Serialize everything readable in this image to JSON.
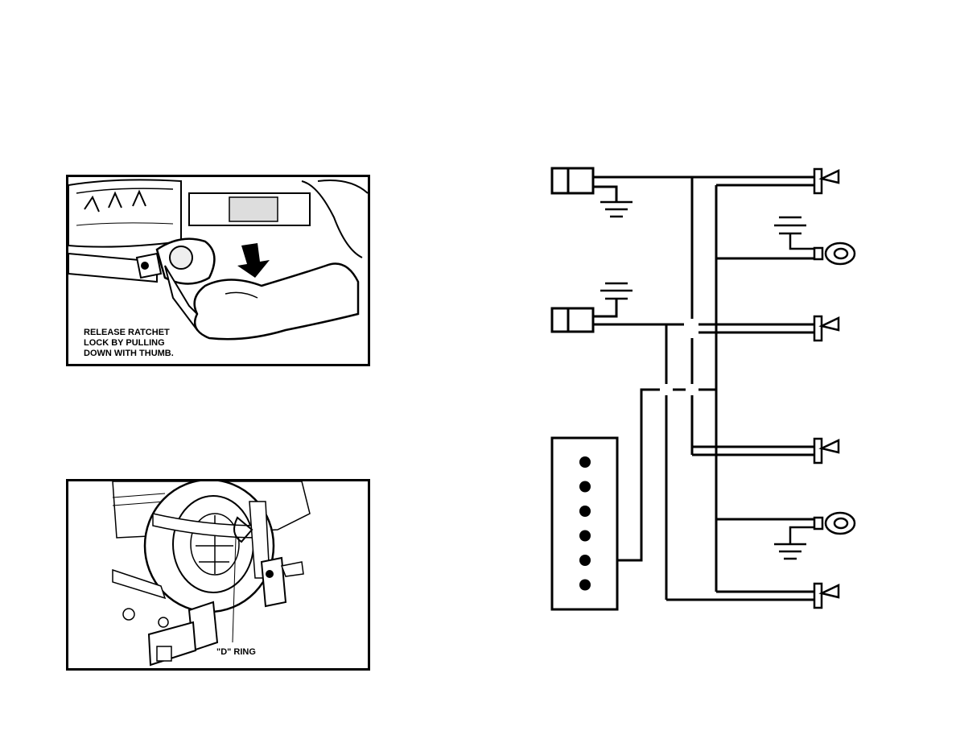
{
  "figure1": {
    "caption_lines": [
      "RELEASE RATCHET",
      "LOCK BY PULLING",
      "DOWN WITH THUMB."
    ]
  },
  "figure2": {
    "label": "\"D\" RING"
  },
  "wiring_diagram": {
    "connector_pins": 6,
    "connected_pin_index": 5,
    "lamp_symbols": [
      "bulb-top-1",
      "bulb-top-2",
      "bulb-mid",
      "bulb-lower",
      "bulb-bottom"
    ],
    "light_symbols": [
      "light-upper",
      "light-lower"
    ]
  }
}
